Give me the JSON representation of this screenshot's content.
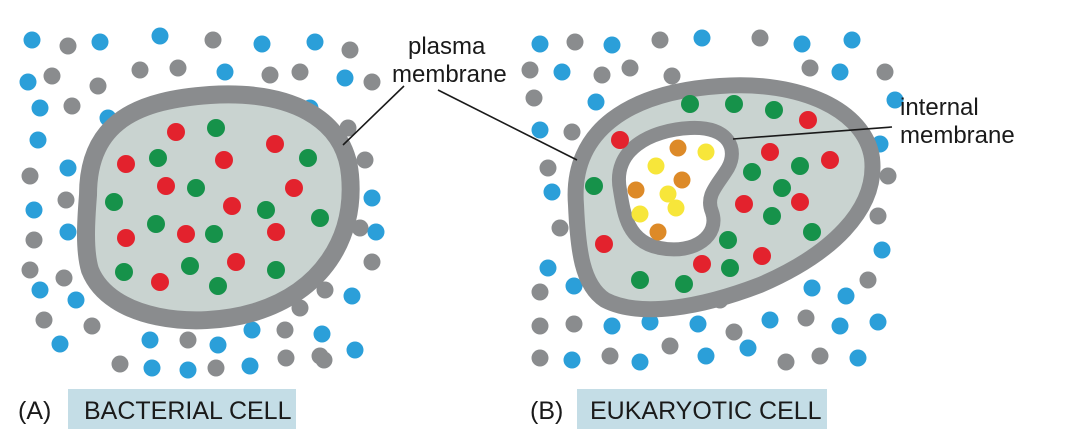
{
  "labels": {
    "plasma_line1": "plasma",
    "plasma_line2": "membrane",
    "internal_line1": "internal",
    "internal_line2": "membrane"
  },
  "panels": [
    {
      "letter": "(A)",
      "title": "BACTERIAL CELL"
    },
    {
      "letter": "(B)",
      "title": "EUKARYOTIC CELL"
    }
  ],
  "colors": {
    "outside_blue": "#2b9fd9",
    "outside_gray": "#8a8c8e",
    "inside_red": "#e3222d",
    "inside_green": "#16924a",
    "compartment_orange": "#dd8a28",
    "compartment_yellow": "#f7e63a",
    "membrane": "#8a8c8e",
    "cytoplasm": "#c9d3d0",
    "caption_box": "#c4dde6"
  }
}
